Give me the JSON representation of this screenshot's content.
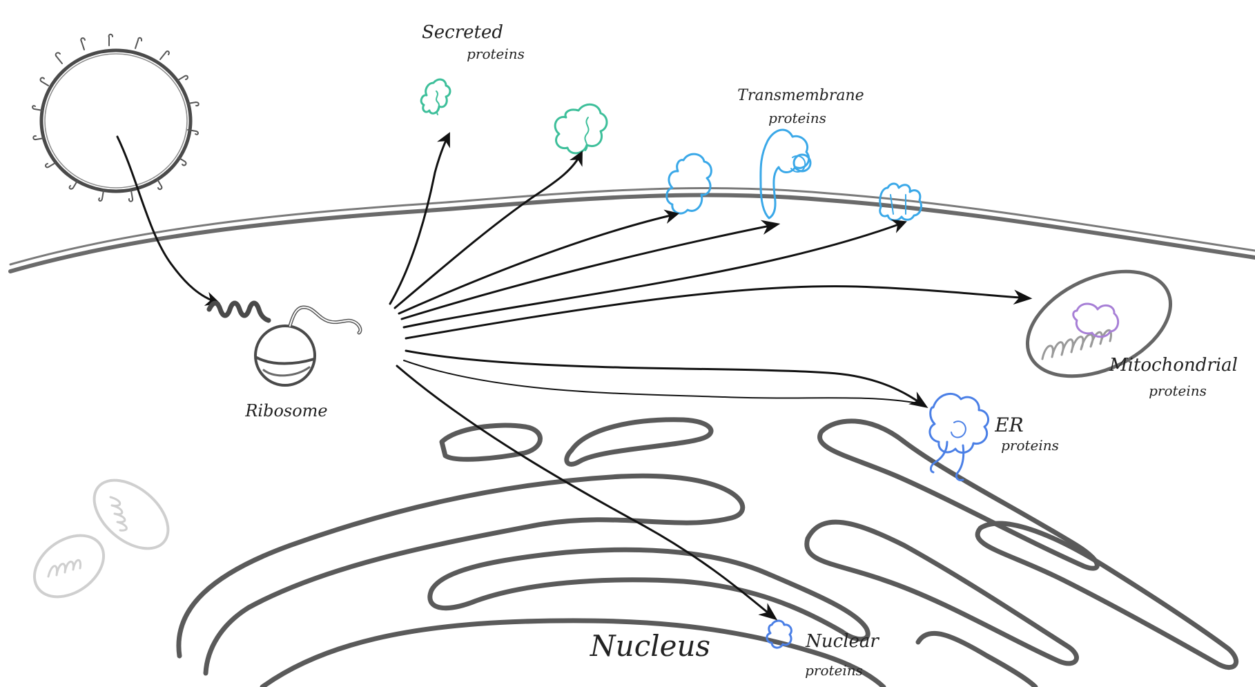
{
  "labels": {
    "secreted": [
      "Secreted",
      "proteins"
    ],
    "transmembrane": [
      "Transmembrane",
      "proteins"
    ],
    "mitochondrial": [
      "Mitochondrial",
      "proteins"
    ],
    "er": [
      "ER",
      "proteins"
    ],
    "ribosome": "Ribosome",
    "nucleus": "Nucleus",
    "nuclear": [
      "Nuclear",
      "proteins"
    ]
  },
  "colors": {
    "outline": "#555555",
    "arrow": "#111111",
    "secreted": "#3dbf9a",
    "transmembrane": "#3aa8e8",
    "er": "#4a7fe6",
    "nuclear": "#4a7fe6",
    "mito_protein": "#a77fd6",
    "faint": "#cfcfcf"
  },
  "icons": [
    "virus-icon",
    "ribosome-icon",
    "mitochondrion-icon",
    "protein-icon"
  ]
}
